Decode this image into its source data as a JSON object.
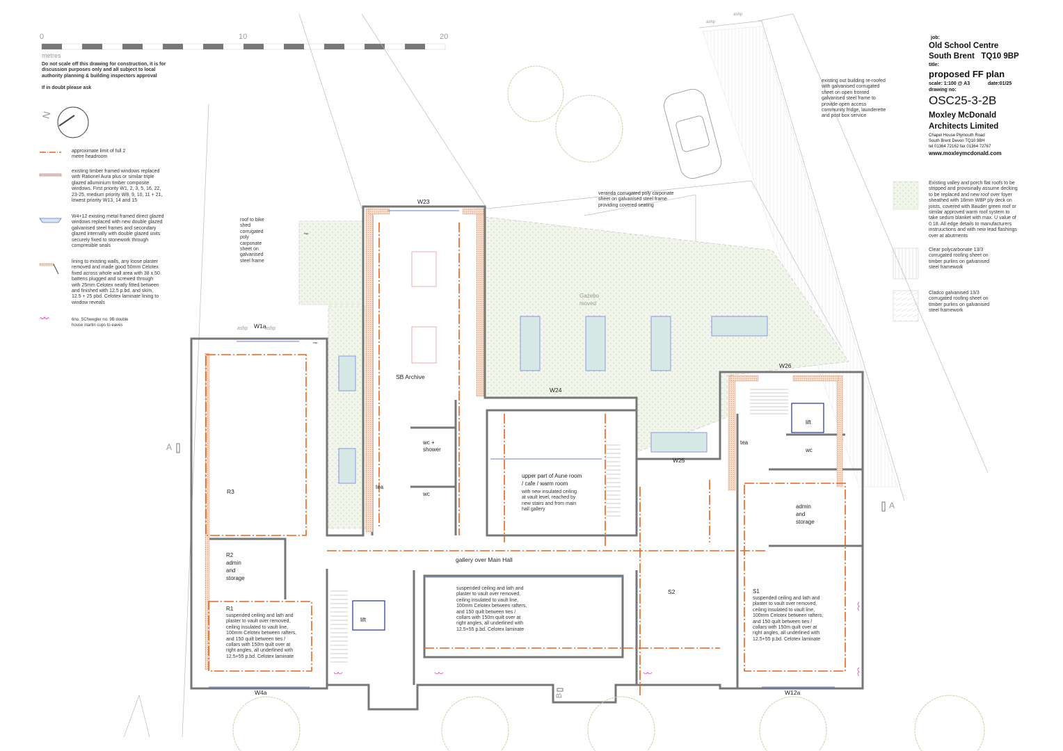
{
  "scale_bar": {
    "ticks": [
      "0",
      "10",
      "20"
    ],
    "unit": "metres"
  },
  "disclaimer": "Do not scale off this drawing for construction, it is for\ndiscussion purposes only and all subject to local\nauthority planning & building inspectors approval",
  "doubt_note": "If in doubt please ask",
  "north_label": "N",
  "legend": [
    {
      "icon": "headroom-line-icon",
      "text": "approximate limit of full 2\nmetre headroom"
    },
    {
      "icon": "timber-window-icon",
      "text": "existing timber framed windows replaced\nwith Rationel Aura plus or similar triple\nglazed alluminium timber composite\nwindows. First priority W1, 2, 3, 5, 16, 22,\n23-25, medium priority W8, 9, 10, 11 + 21,\nlowest priority W13, 14 and 15"
    },
    {
      "icon": "metal-window-icon",
      "text": "W4+12 existing metal framed direct glazed\nwindows replaced with new double glazed\ngalvanised steel frames and secondary\nglazed internally with double glazed units\nsecurely fixed to stonework through\ncompresible seals"
    },
    {
      "icon": "wall-lining-icon",
      "text": "lining to existing walls, any loose plaster\nremoved and made good 50mm Celotex\nfixed across whole wall area with 38 x 50\nbattens plugged and screwed through\nwith 25mm Celotex neatly fitted between\nand finished with 12.5 p.bd. and skim,\n12.5 + 25 pbd. Celotex laminate lining to\nwindow reveals"
    },
    {
      "icon": "martin-cup-icon",
      "text": "6no. SChwegler no. 9B double\nhouse martin cups to eaves"
    }
  ],
  "title_block": {
    "job_label": "job:",
    "job_line1": "Old School Centre",
    "job_line2": "South Brent   TQ10 9BP",
    "title_label": "title:",
    "title": "proposed FF plan",
    "scale": "scale:  1:100 @ A3",
    "date": "date:01/25",
    "drawing_no_label": "drawing no:",
    "drawing_no": "OSC25-3-2B",
    "firm_line1": "Moxley McDonald",
    "firm_line2": "Architects Limited",
    "address1": "Chapel House  Plymouth Road",
    "address2": "South Brent  Devon  TQ10 9BH",
    "phone": "tel 01364 72162  fax 01364 72767",
    "website": "www.moxleymcdonald.com"
  },
  "roof_legend": [
    {
      "icon": "green-roof-hatch-icon",
      "text": "Existing valley and porch flat roofs to be\nstripped and provisinally assume decking\nto be replaced and new roof over foyer\nsheathed with 18mm WBP ply deck on\njoists, covered with Bauder green roof or\nsimilar approved warm roof system to\ntake sedum blanket with max. U value of\n0.18. All edge details to manufacturers\ninstruuctions and with new lead flashings\nover at abutments"
    },
    {
      "icon": "polycarbonate-hatch-icon",
      "text": "Clear polycarbonate 13/3\ncorrugated roofing sheet on\ntimber purlins on galvanised\nsteel framework"
    },
    {
      "icon": "galvanised-hatch-icon",
      "text": "Cladco galvanised 13/3\ncorrugated roofing sheet  on\ntimber purlins on galvanised\nsteel framework"
    }
  ],
  "notes": {
    "outbuilding": "existing out building re-roofed\nwith galvanised corrugated\nsheet on open fronted\ngalvanised steel frame to\nprovide open access\ncommunity fridge, launderette\nand post box service",
    "veranda": "veranda corrugated poly carponate\nsheet on galvanised steel frame\nproviding covered seating",
    "bike_shed": "roof to bike\nshed\ncorrugated\npoly\ncarponate\nsheet on\ngalvanised\nsteel frame",
    "ceiling": "suspended ceiling and lath and\nplaster to vault over removed,\nceiling insulated to vault line,\n100mm Celotex between rafters,\nand 150 quilt between ties /\ncollars with 150m quilt over at\nright angles, all underlined with\n12.5+55 p.bd. Celotex laminate",
    "aune_title": "upper part of Aune room\n/ cafe / warm room",
    "aune_text": "with new insulated ceiling\nat vault level, reached by\nnew stairs and from main\nhall gallery"
  },
  "rooms": {
    "sb_archive": "SB Archive",
    "wc_shower": "wc +\nshower",
    "tea_left": "tea",
    "wc_left": "wc",
    "r3": "R3",
    "r2": "R2\nadmin\nand\nstorage",
    "r1": "R1",
    "gallery": "gallery over Main Hall",
    "lift_left": "lift",
    "s2": "S2",
    "s1": "S1",
    "lift_right": "lift",
    "wc_right": "wc",
    "tea_right": "tea",
    "admin_right": "admin\nand\nstorage",
    "gazebo": "Gazebo\nmoved"
  },
  "windows": {
    "w23": "W23",
    "w1a": "W1a",
    "w24": "W24",
    "w25": "W25",
    "w26": "W26",
    "w4a": "W4a",
    "w12a": "W12a"
  },
  "markers": {
    "section_a_left": "A",
    "section_a_right": "A",
    "section_b": "B",
    "ashp": "ashp",
    "rwp": "rwp"
  },
  "colors": {
    "headroom": "#e8641e",
    "wall": "#777777",
    "glazing": "#8899dd",
    "roof_green": "#eef4e6",
    "rooflight": "#d6e8e6",
    "martin": "#e040c0",
    "tree": "#c8d0a0"
  }
}
